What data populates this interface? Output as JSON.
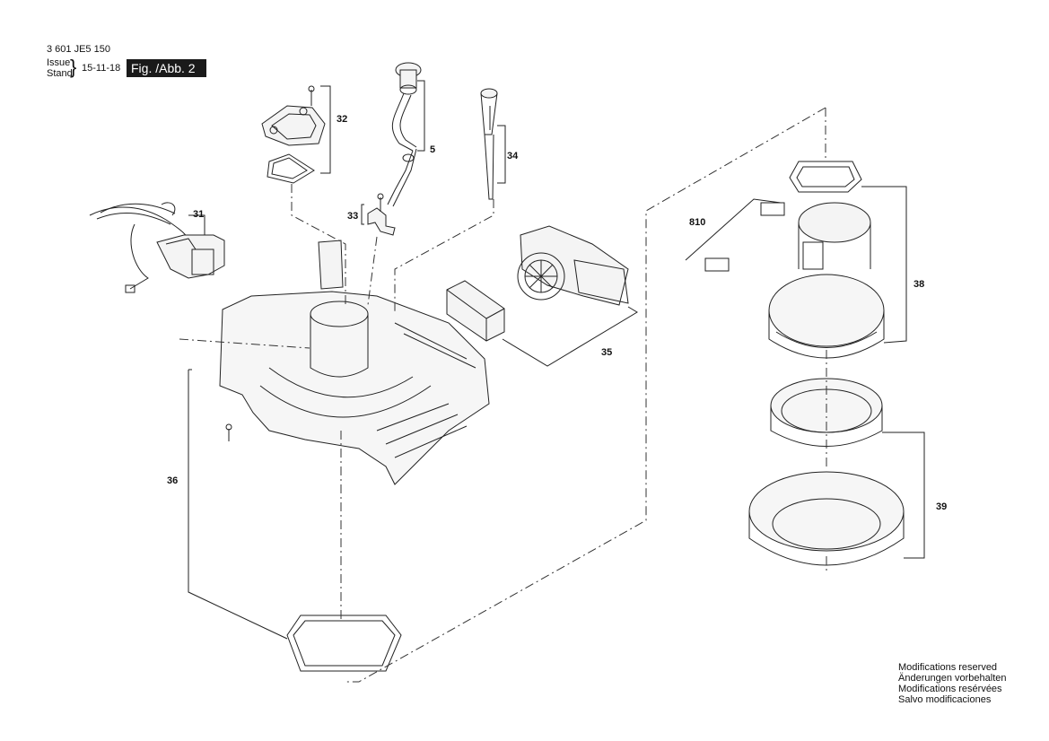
{
  "header": {
    "doc_number": "3 601 JE5 150",
    "issue_label": "Issue",
    "stand_label": "Stand",
    "date": "15-11-18",
    "figure_label": "Fig. /Abb. 2"
  },
  "callouts": {
    "c32": "32",
    "c5": "5",
    "c34": "34",
    "c31": "31",
    "c33": "33",
    "c35": "35",
    "c36": "36",
    "c810": "810",
    "c38": "38",
    "c39": "39"
  },
  "footer": {
    "line1": "Modifications reserved",
    "line2": "Änderungen vorbehalten",
    "line3": "Modifications resérvées",
    "line4": "Salvo modificaciones"
  }
}
